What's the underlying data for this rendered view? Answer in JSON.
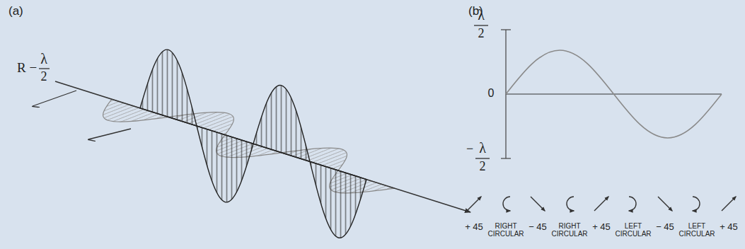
{
  "diagram": {
    "labels": [
      "(a)",
      "R −",
      "λ",
      "2",
      "(b)",
      "λ",
      "2",
      "0",
      "−",
      "λ",
      "2",
      "+ 45",
      "− 45",
      "RIGHT CIRCULAR",
      "RIGHT CIRCULAR",
      "+ 45",
      "LEFT CIRCULAR",
      "− 45",
      "LEFT CIRCULAR",
      "+ 45"
    ]
  }
}
